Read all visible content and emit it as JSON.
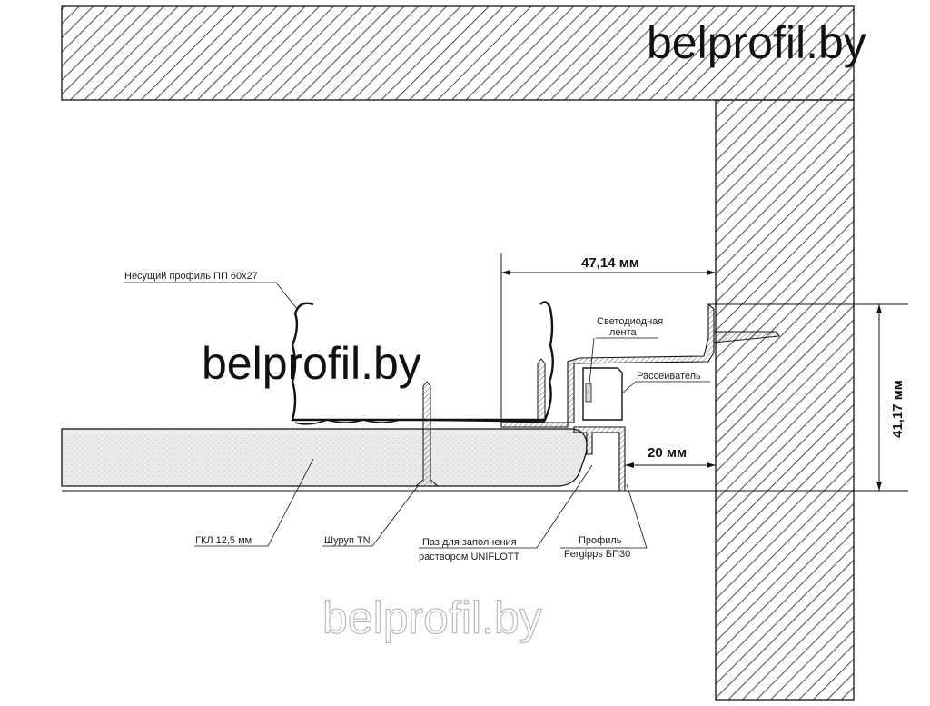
{
  "watermarks": {
    "top": "belprofil.by",
    "middle": "belprofil.by",
    "bottom": "belprofil.by"
  },
  "labels": {
    "carrier_profile": "Несущий профиль ПП 60х27",
    "led_strip_line1": "Светодиодная",
    "led_strip_line2": "лента",
    "diffuser": "Рассеиватель",
    "gkl": "ГКЛ 12,5 мм",
    "screw": "Шуруп TN",
    "groove_line1": "Паз для заполнения",
    "groove_line2": "раствором UNIFLOTT",
    "profile_line1": "Профиль",
    "profile_line2": "Fergipps БП30"
  },
  "dimensions": {
    "gap_width": "47,14 мм",
    "gap_height": "41,17 мм",
    "wall_offset": "20 мм"
  },
  "colors": {
    "hatch": "#555555",
    "board_fill": "#ececec",
    "line": "#111111"
  }
}
